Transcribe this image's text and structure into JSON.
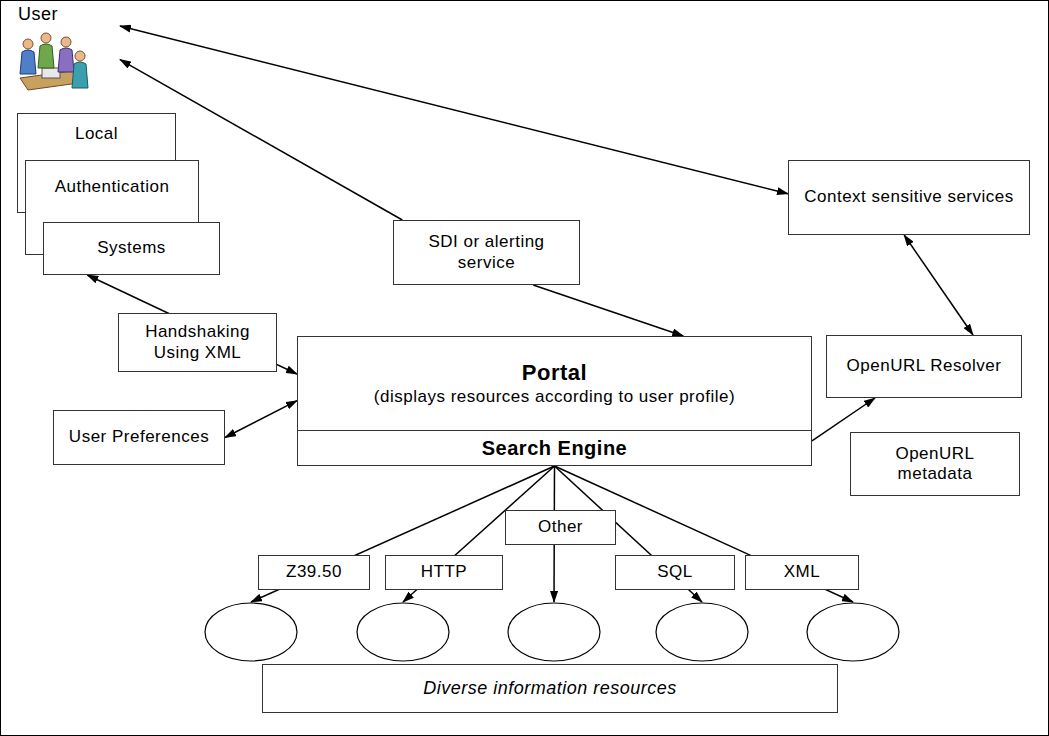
{
  "diagram": {
    "nodes": [
      {
        "text": [
          "User"
        ]
      },
      {
        "text": [
          "Local"
        ]
      },
      {
        "text": [
          "Authentication"
        ]
      },
      {
        "text": [
          "Systems"
        ]
      },
      {
        "text": [
          "SDI or alerting service"
        ]
      },
      {
        "text": [
          "Context sensitive services"
        ]
      },
      {
        "text": [
          "Handshaking Using XML"
        ]
      },
      {
        "text": [
          "Portal",
          "(displays resources according to user profile)"
        ]
      },
      {
        "text": [
          "User Preferences"
        ]
      },
      {
        "text": [
          "Search Engine"
        ]
      },
      {
        "text": [
          "OpenURL Resolver"
        ]
      },
      {
        "text": [
          "OpenURL metadata"
        ]
      },
      {
        "text": [
          "Other"
        ]
      },
      {
        "text": [
          "Z39.50"
        ]
      },
      {
        "text": [
          "HTTP"
        ]
      },
      {
        "text": [
          "SQL"
        ]
      },
      {
        "text": [
          "XML"
        ]
      },
      {
        "text": []
      },
      {
        "text": []
      },
      {
        "text": []
      },
      {
        "text": []
      },
      {
        "text": []
      },
      {
        "text": [
          "Diverse information resources"
        ]
      }
    ],
    "edges": [
      {
        "from": 0,
        "to": 5,
        "arrow": "both"
      },
      {
        "from": 4,
        "to": 0,
        "arrow": "to"
      },
      {
        "from": 4,
        "to": 7,
        "arrow": "to"
      },
      {
        "from": 3,
        "to": 7,
        "arrow": "both"
      },
      {
        "from": 8,
        "to": 7,
        "arrow": "both"
      },
      {
        "from": 5,
        "to": 10,
        "arrow": "both"
      },
      {
        "from": 9,
        "to": 10,
        "arrow": "to"
      },
      {
        "from": 9,
        "to": 17,
        "arrow": "to"
      },
      {
        "from": 9,
        "to": 18,
        "arrow": "to"
      },
      {
        "from": 9,
        "to": 19,
        "arrow": "to"
      },
      {
        "from": 9,
        "to": 20,
        "arrow": "to"
      },
      {
        "from": 9,
        "to": 21,
        "arrow": "to"
      }
    ]
  }
}
